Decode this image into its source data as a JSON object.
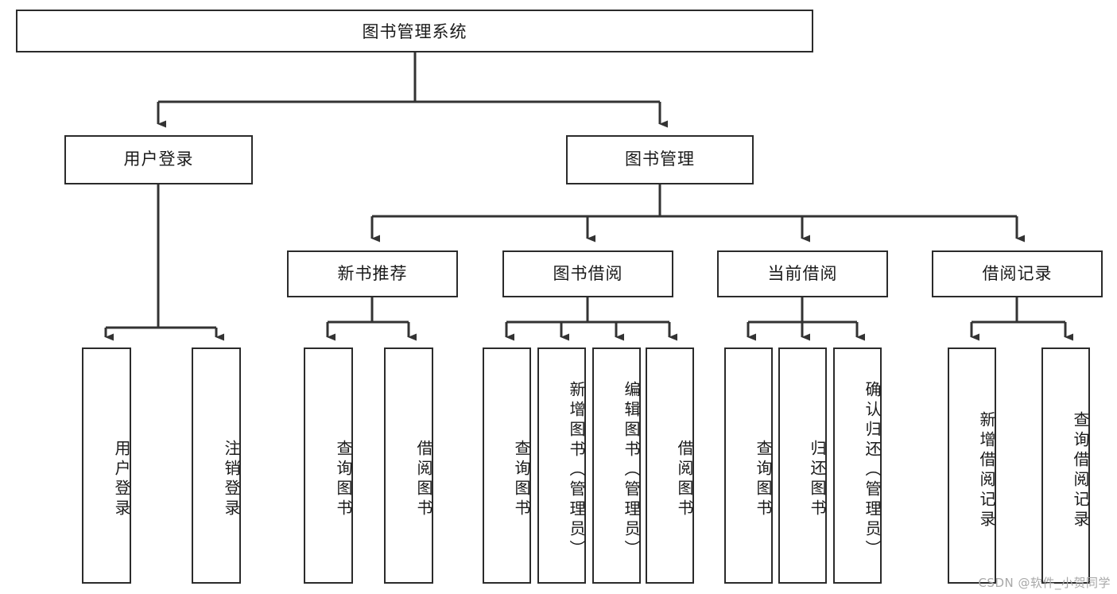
{
  "diagram": {
    "title": "图书管理系统",
    "type": "tree-hierarchy-diagram",
    "watermark": "CSDN @软件_小贺同学",
    "colors": {
      "box_border": "#2b2b2b",
      "box_fill": "#ffffff",
      "edge": "#333333",
      "text": "#1a1a1a",
      "watermark": "#a8a8a8"
    },
    "root": {
      "label": "图书管理系统"
    },
    "level2": [
      {
        "id": "user-login",
        "label": "用户登录"
      },
      {
        "id": "book-manage",
        "label": "图书管理"
      }
    ],
    "level3": [
      {
        "id": "new-book-recommend",
        "label": "新书推荐"
      },
      {
        "id": "book-borrow",
        "label": "图书借阅"
      },
      {
        "id": "current-borrow",
        "label": "当前借阅"
      },
      {
        "id": "borrow-record",
        "label": "借阅记录"
      }
    ],
    "leaves": {
      "user_login": [
        {
          "id": "leaf-user-login",
          "label": "用户登录"
        },
        {
          "id": "leaf-logout-login",
          "label": "注销登录"
        }
      ],
      "new_book_recommend": [
        {
          "id": "leaf-query-book-1",
          "label": "查询图书"
        },
        {
          "id": "leaf-borrow-book-1",
          "label": "借阅图书"
        }
      ],
      "book_borrow": [
        {
          "id": "leaf-query-book-2",
          "label": "查询图书"
        },
        {
          "id": "leaf-add-book-admin",
          "label": "新增图书（管理员）"
        },
        {
          "id": "leaf-edit-book-admin",
          "label": "编辑图书（管理员）"
        },
        {
          "id": "leaf-borrow-book-2",
          "label": "借阅图书"
        }
      ],
      "current_borrow": [
        {
          "id": "leaf-query-book-3",
          "label": "查询图书"
        },
        {
          "id": "leaf-return-book",
          "label": "归还图书"
        },
        {
          "id": "leaf-confirm-return-admin",
          "label": "确认归还（管理员）"
        }
      ],
      "borrow_record": [
        {
          "id": "leaf-add-borrow-record",
          "label": "新增借阅记录"
        },
        {
          "id": "leaf-query-borrow-record",
          "label": "查询借阅记录"
        }
      ]
    }
  }
}
